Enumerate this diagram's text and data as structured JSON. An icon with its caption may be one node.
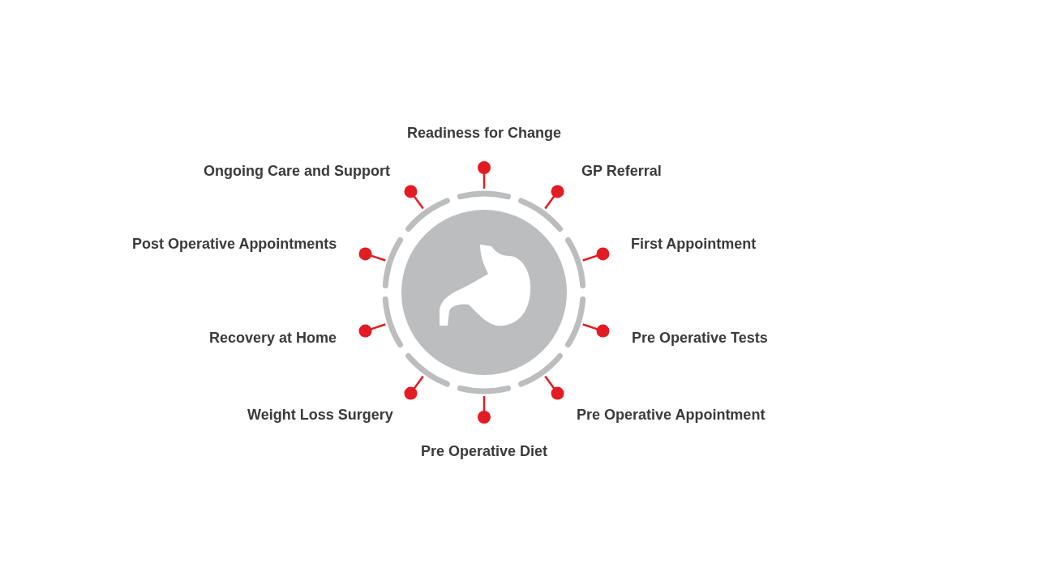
{
  "diagram": {
    "labels": [
      "Readiness for Change",
      "Ongoing Care and Support",
      "GP Referral",
      "Post Operative Appointments",
      "First Appointment",
      "Recovery at Home",
      "Pre Operative Tests",
      "Weight Loss Surgery",
      "Pre Operative Appointment",
      "Pre Operative Diet"
    ]
  }
}
